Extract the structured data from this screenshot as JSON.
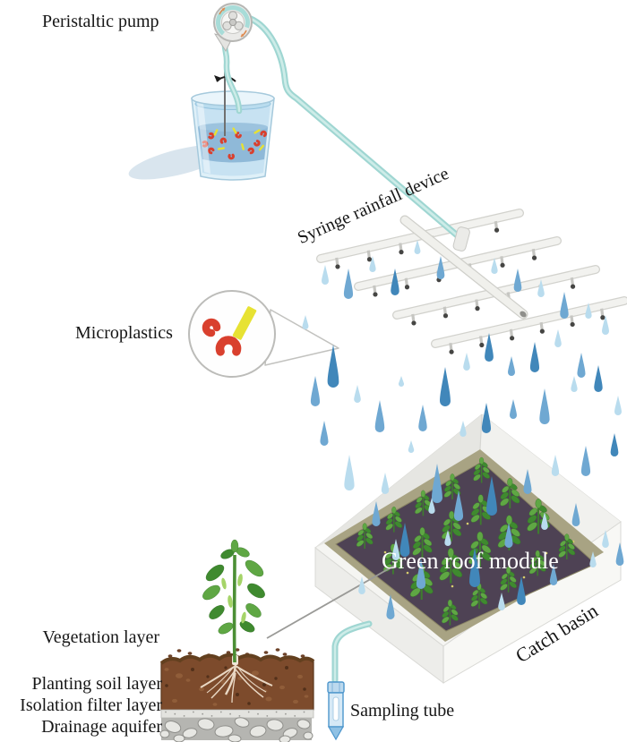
{
  "background": "#ffffff",
  "labels": {
    "peristaltic_pump": "Peristaltic pump",
    "syringe_rainfall_device": "Syringe rainfall device",
    "microplastics": "Microplastics",
    "green_roof_module": "Green roof module",
    "catch_basin": "Catch basin",
    "vegetation_layer": "Vegetation layer",
    "planting_soil_layer": "Planting soil layer",
    "isolation_filter_layer": "Isolation filter layer",
    "drainage_aquifer": "Drainage aquifer",
    "sampling_tube": "Sampling tube"
  },
  "illustration": {
    "parts": [
      "peristaltic-pump",
      "stirred-beaker-with-microplastics",
      "feed-tube",
      "syringe-rainfall-manifold",
      "raindrops",
      "microplastics-magnifier",
      "green-roof-module",
      "catch-basin",
      "sampling-tube",
      "soil-profile-cross-section",
      "vegetation-plant"
    ]
  },
  "colors": {
    "tube_teal": "#9fd6d2",
    "tube_core": "#cdecE8",
    "drop_light": "#b9dcee",
    "drop_medium": "#6fa8d2",
    "drop_dark": "#4187ba",
    "mp_red": "#d9402e",
    "mp_yellow": "#e7e233",
    "soil_brown": "#7d4b2c",
    "bed_purple": "#4e4254",
    "rim_olive": "#a8a383",
    "plant_green": "#5fa744",
    "plant_dark_green": "#3f8a2f",
    "pod_green": "#a5d468",
    "basin_white": "#f5f5f2",
    "water_blue": "#c7e2f2",
    "water_band": "#8fb9d8",
    "root_beige": "#e9d8c4"
  }
}
